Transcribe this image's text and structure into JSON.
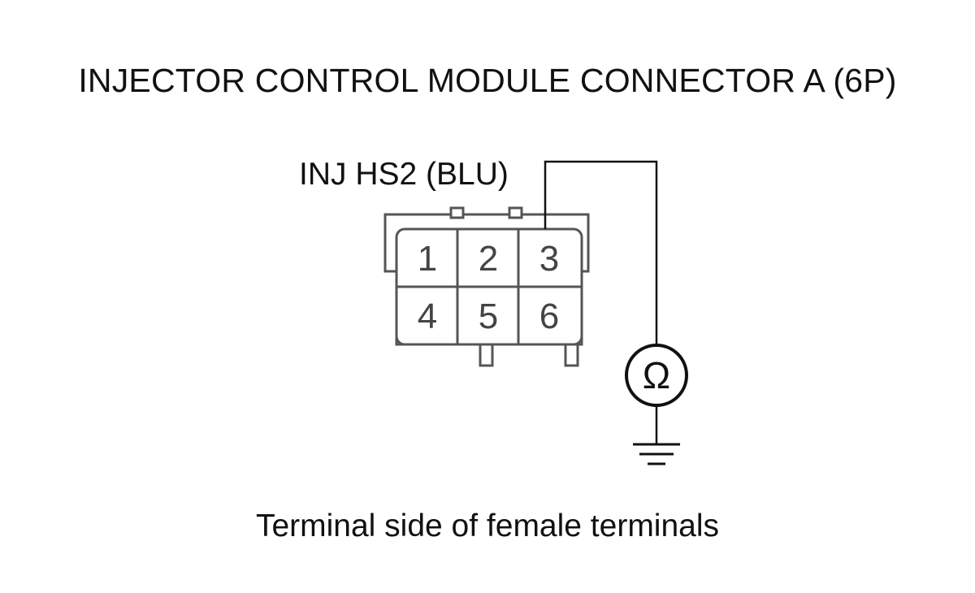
{
  "title": "INJECTOR CONTROL MODULE CONNECTOR A (6P)",
  "wire_label": "INJ HS2 (BLU)",
  "caption": "Terminal side of female terminals",
  "meter_symbol": "Ω",
  "meter_icon": "ohmmeter-icon",
  "ground_icon": "ground-icon",
  "terminals_row1": [
    "1",
    "2",
    "3"
  ],
  "terminals_row2": [
    "4",
    "5",
    "6"
  ]
}
